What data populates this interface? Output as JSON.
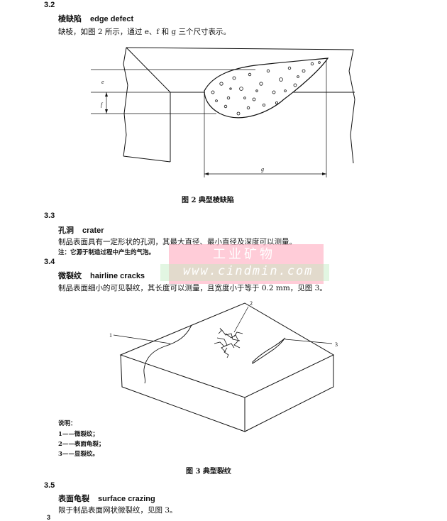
{
  "s32": {
    "number": "3.2",
    "term_cn": "棱缺陷",
    "term_en": "edge defect",
    "definition": "缺棱，如图 2 所示，通过 e、f 和 g 三个尺寸表示。"
  },
  "figure2": {
    "labels": {
      "e": "e",
      "f": "f",
      "g": "g"
    },
    "caption": "图 2   典型棱缺陷"
  },
  "s33": {
    "number": "3.3",
    "term_cn": "孔洞",
    "term_en": "crater",
    "definition": "制品表面具有一定形状的孔洞，其最大直径、最小直径及深度可以测量。",
    "note": "注：它源于制造过程中产生的气泡。"
  },
  "s34": {
    "number": "3.4",
    "term_cn": "微裂纹",
    "term_en": "hairline cracks",
    "definition": "制品表面细小的可见裂纹，其长度可以测量，且宽度小于等于 0.2 mm，见图 3。"
  },
  "figure3": {
    "callouts": {
      "c1": "1",
      "c2": "2",
      "c3": "3"
    },
    "legend_title": "说明：",
    "legend": [
      "1——微裂纹；",
      "2——表面龟裂；",
      "3——显裂纹。"
    ],
    "caption": "图 3   典型裂纹"
  },
  "s35": {
    "number": "3.5",
    "term_cn": "表面龟裂",
    "term_en": "surface crazing",
    "definition": "限于制品表面网状微裂纹，见图 3。"
  },
  "watermark": {
    "cn": "工业矿物",
    "url": "www.cindmin.com"
  },
  "page_bottom_fragment": "3"
}
